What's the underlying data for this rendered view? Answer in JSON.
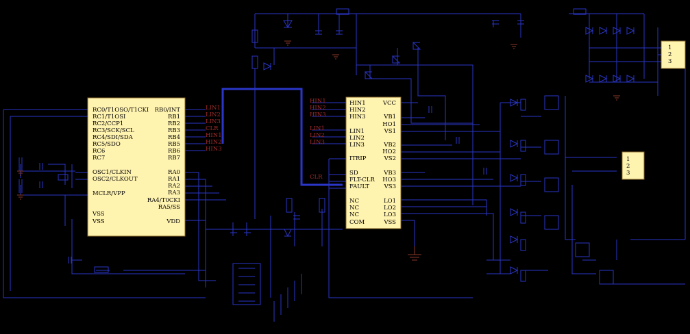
{
  "u1": {
    "left_pins": [
      "RC0/T1OSO/T1CKI",
      "RC1/T1OSI",
      "RC2/CCP1",
      "RC3/SCK/SCL",
      "RC4/SDI/SDA",
      "RC5/SDO",
      "RC6",
      "RC7",
      "OSC1/CLKIN",
      "OSC2/CLKOUT",
      "MCLR/VPP",
      "VSS",
      "VSS"
    ],
    "right_pins": [
      "RB0/INT",
      "RB1",
      "RB2",
      "RB3",
      "RB4",
      "RB5",
      "RB6",
      "RB7",
      "RA0",
      "RA1",
      "RA2",
      "RA3",
      "RA4/T0CKI",
      "RA5/SS",
      "VDD"
    ]
  },
  "u2": {
    "left_pins": [
      "HIN1",
      "HIN2",
      "HIN3",
      "LIN1",
      "LIN2",
      "LIN3",
      "ITRIP",
      "SD",
      "FLT-CLR",
      "FAULT",
      "NC",
      "NC",
      "NC",
      "COM"
    ],
    "right_pins": [
      "VCC",
      "VB1",
      "HO1",
      "VS1",
      "VB2",
      "HO2",
      "VS2",
      "VB3",
      "HO3",
      "VS3",
      "LO1",
      "LO2",
      "LO3",
      "VSS"
    ]
  },
  "nets_left": [
    "LIN1",
    "LIN2",
    "LIN3",
    "CLR",
    "HIN1",
    "HIN2",
    "HIN3"
  ],
  "nets_mid": [
    "HIN1",
    "HIN2",
    "HIN3",
    "LIN1",
    "LIN2",
    "LIN3"
  ],
  "net_clr": "CLR",
  "header1_pins": [
    "1",
    "2",
    "3"
  ],
  "header2_pins": [
    "1",
    "2",
    "3"
  ]
}
